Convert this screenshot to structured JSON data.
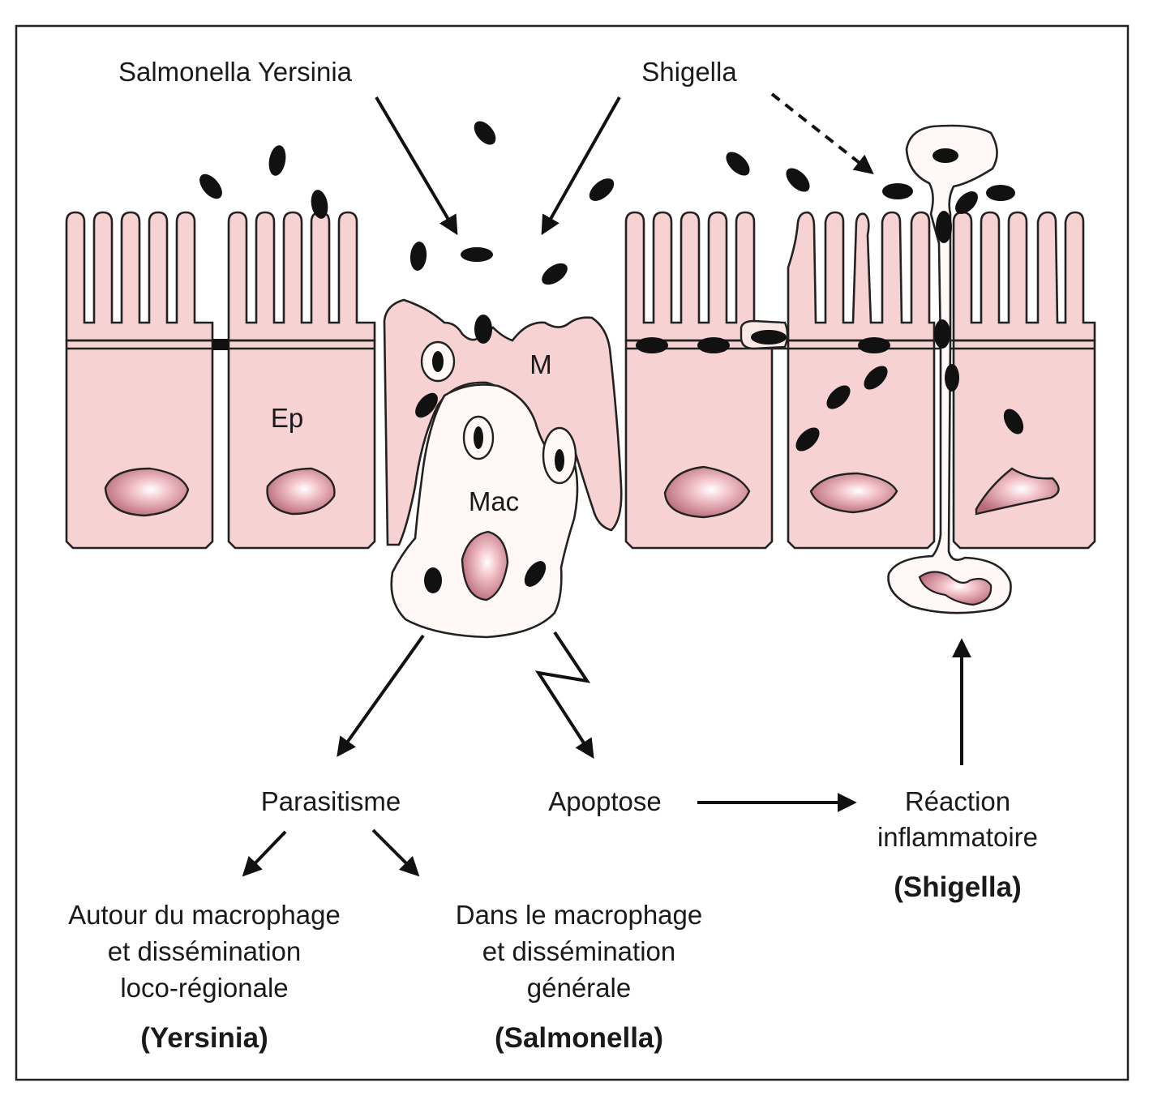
{
  "labels": {
    "salmonella_yersinia": "Salmonella Yersinia",
    "shigella_top": "Shigella",
    "ep": "Ep",
    "m": "M",
    "mac": "Mac",
    "parasitisme": "Parasitisme",
    "apoptose": "Apoptose",
    "reaction_line1": "Réaction",
    "reaction_line2": "inflammatoire",
    "reaction_species": "(Shigella)",
    "yersinia_line1": "Autour du macrophage",
    "yersinia_line2": "et dissémination",
    "yersinia_line3": "loco-régionale",
    "yersinia_species": "(Yersinia)",
    "salmonella_line1": "Dans le macrophage",
    "salmonella_line2": "et dissémination",
    "salmonella_line3": "générale",
    "salmonella_species": "(Salmonella)"
  },
  "colors": {
    "cell_fill": "#f6d2d2",
    "nucleus_fill": "#d98a96",
    "macrophage_fill": "#fff8f6",
    "bacteria": "#111111",
    "outline": "#222222"
  }
}
